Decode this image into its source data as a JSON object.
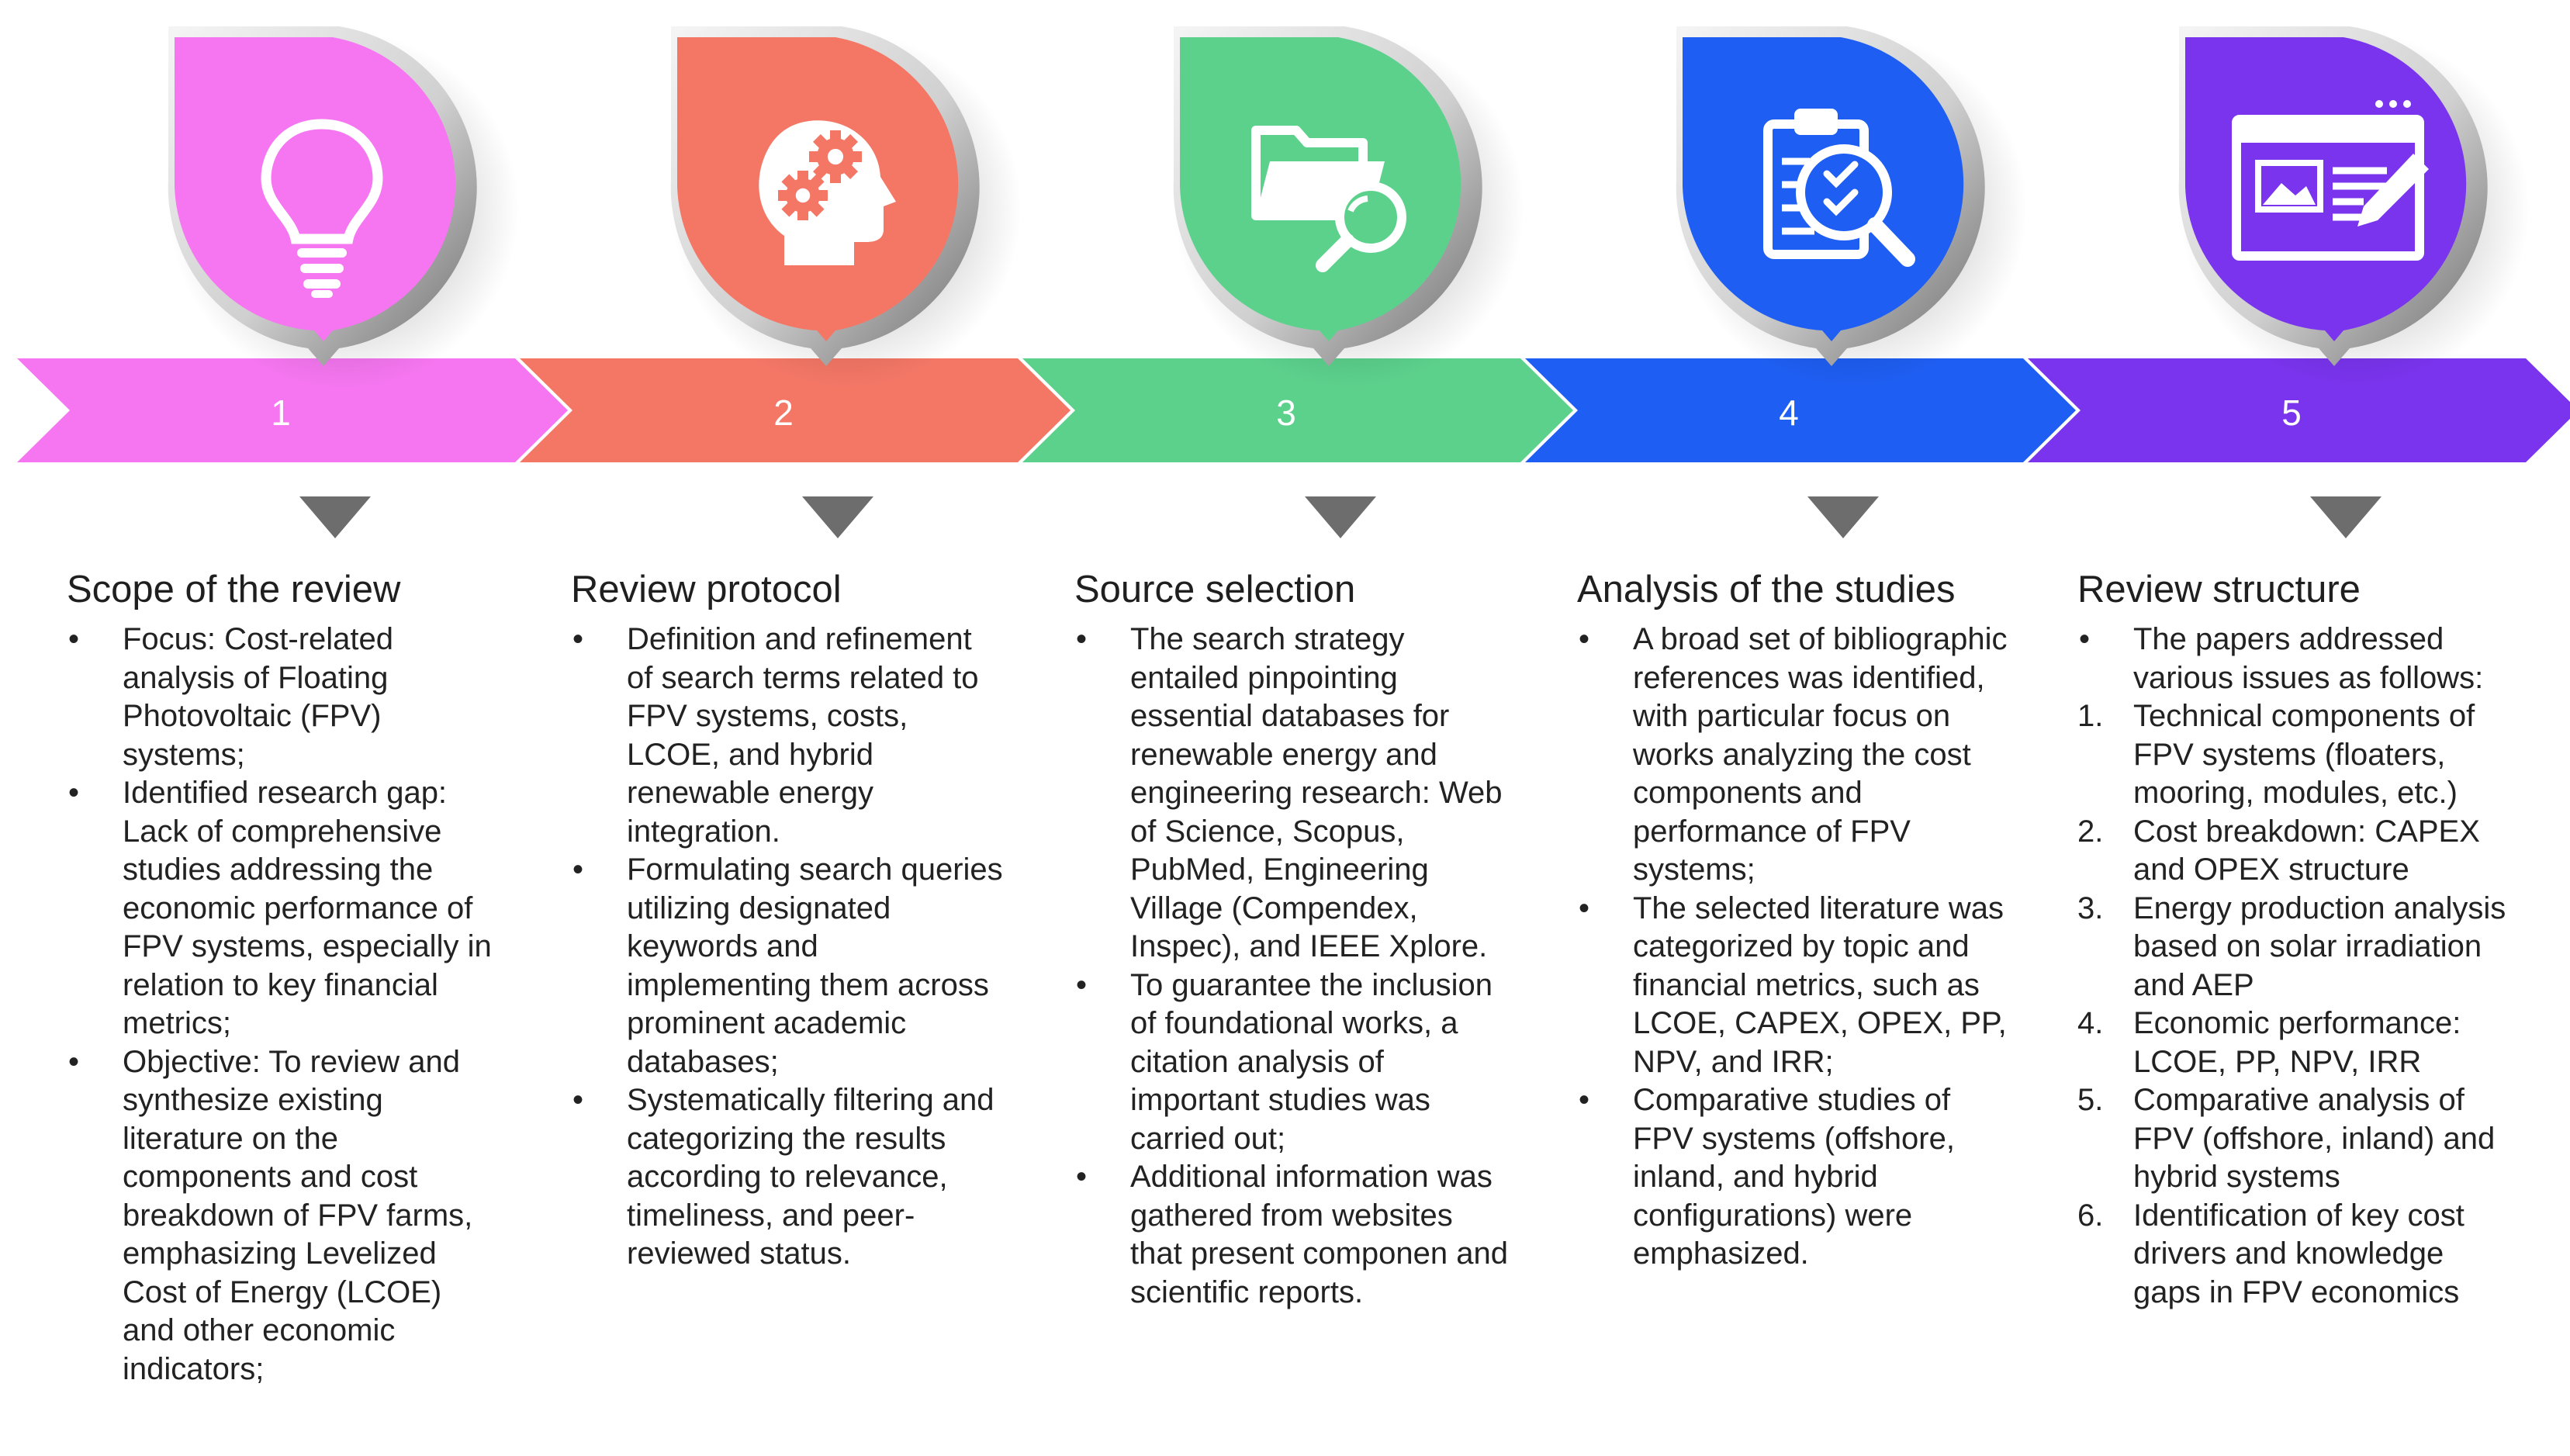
{
  "colors": {
    "step1": "#f576f0",
    "step2": "#f47766",
    "step3": "#5cd18c",
    "step4": "#1e5ef2",
    "step5": "#7a34ee"
  },
  "steps": [
    {
      "number": "1",
      "icon": "lightbulb-icon",
      "title": "Scope of the review",
      "list_style": "bullet",
      "items": [
        "Focus: Cost-related analysis of Floating Photovoltaic (FPV) systems;",
        "Identified research gap: Lack of comprehensive studies addressing the economic performance of FPV systems, especially in relation to key financial metrics;",
        "Objective: To review and synthesize existing literature on the components and cost breakdown of FPV farms, emphasizing Levelized Cost of Energy (LCOE) and other economic indicators;"
      ]
    },
    {
      "number": "2",
      "icon": "head-gears-icon",
      "title": "Review protocol",
      "list_style": "bullet",
      "items": [
        "Definition and refinement of search terms related to FPV systems, costs, LCOE, and hybrid renewable energy integration.",
        "Formulating search queries utilizing designated keywords and implementing them across prominent academic databases;",
        "Systematically filtering and categorizing the results according to relevance, timeliness, and peer-reviewed status."
      ]
    },
    {
      "number": "3",
      "icon": "folder-search-icon",
      "title": "Source selection",
      "list_style": "bullet",
      "items": [
        "The search strategy entailed pinpointing essential databases for renewable energy and engineering research: Web of Science, Scopus, PubMed, Engineering Village (Compendex, Inspec), and IEEE Xplore.",
        "To guarantee the inclusion of foundational works, a citation analysis of important studies was carried out;",
        "Additional information was gathered from websites that present componen and scientific reports."
      ]
    },
    {
      "number": "4",
      "icon": "clipboard-magnifier-icon",
      "title": "Analysis of the studies",
      "list_style": "bullet",
      "items": [
        "A broad set of bibliographic references was identified, with particular focus on works analyzing the cost components and performance of FPV systems;",
        "The selected literature was categorized by topic and financial metrics, such as LCOE, CAPEX, OPEX, PP, NPV, and IRR;",
        "Comparative studies of FPV systems (offshore, inland, and hybrid configurations) were emphasized."
      ]
    },
    {
      "number": "5",
      "icon": "browser-edit-icon",
      "title": "Review structure",
      "list_style": "mixed",
      "items": [
        {
          "marker": "•",
          "text": "The papers addressed various issues as follows:"
        },
        {
          "marker": "1.",
          "text": "Technical components of FPV systems (floaters, mooring, modules, etc.)"
        },
        {
          "marker": "2.",
          "text": "Cost breakdown: CAPEX and OPEX structure"
        },
        {
          "marker": "3.",
          "text": "Energy production analysis based on solar irradiation and AEP"
        },
        {
          "marker": "4.",
          "text": "Economic performance: LCOE, PP, NPV, IRR"
        },
        {
          "marker": "5.",
          "text": "Comparative analysis of FPV (offshore, inland) and hybrid systems"
        },
        {
          "marker": "6.",
          "text": "Identification of key cost drivers and knowledge gaps in FPV economics"
        }
      ]
    }
  ]
}
